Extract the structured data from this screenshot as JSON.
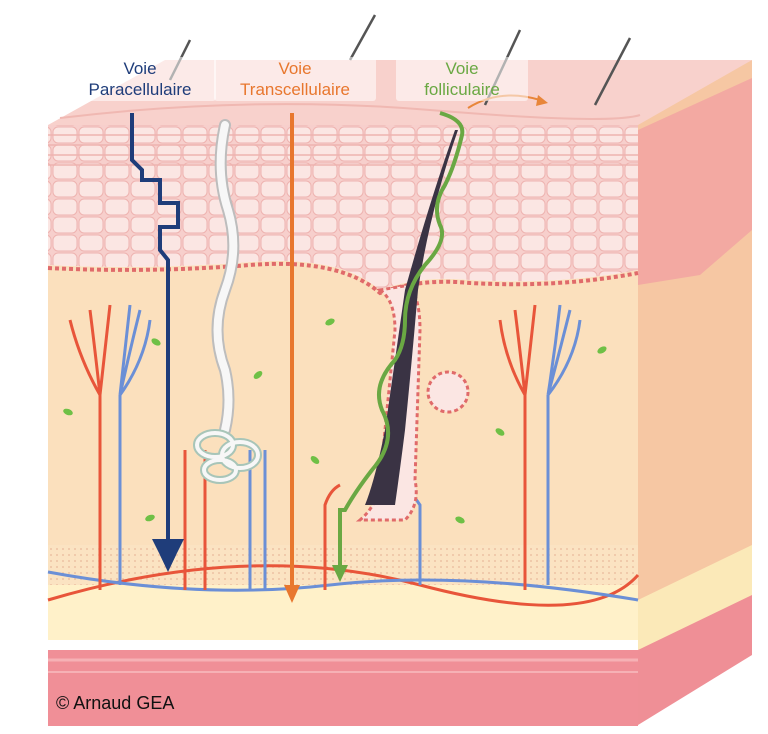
{
  "labels": {
    "paracellular": {
      "line1": "Voie",
      "line2": "Paracellulaire",
      "color": "#1f3d7a"
    },
    "transcellular": {
      "line1": "Voie",
      "line2": "Transcellulaire",
      "color": "#e8772e"
    },
    "follicular": {
      "line1": "Voie",
      "line2": "folliculaire",
      "color": "#6aa843"
    }
  },
  "copyright": "© Arnaud GEA",
  "colors": {
    "epidermis": "#f6c9c6",
    "dermis": "#fbe3c2",
    "hypodermis": "#fff3cf",
    "artery": "#e8553a",
    "vein": "#6b8fd6",
    "hair": "#3a3344",
    "gland": "#f4f4f4"
  }
}
